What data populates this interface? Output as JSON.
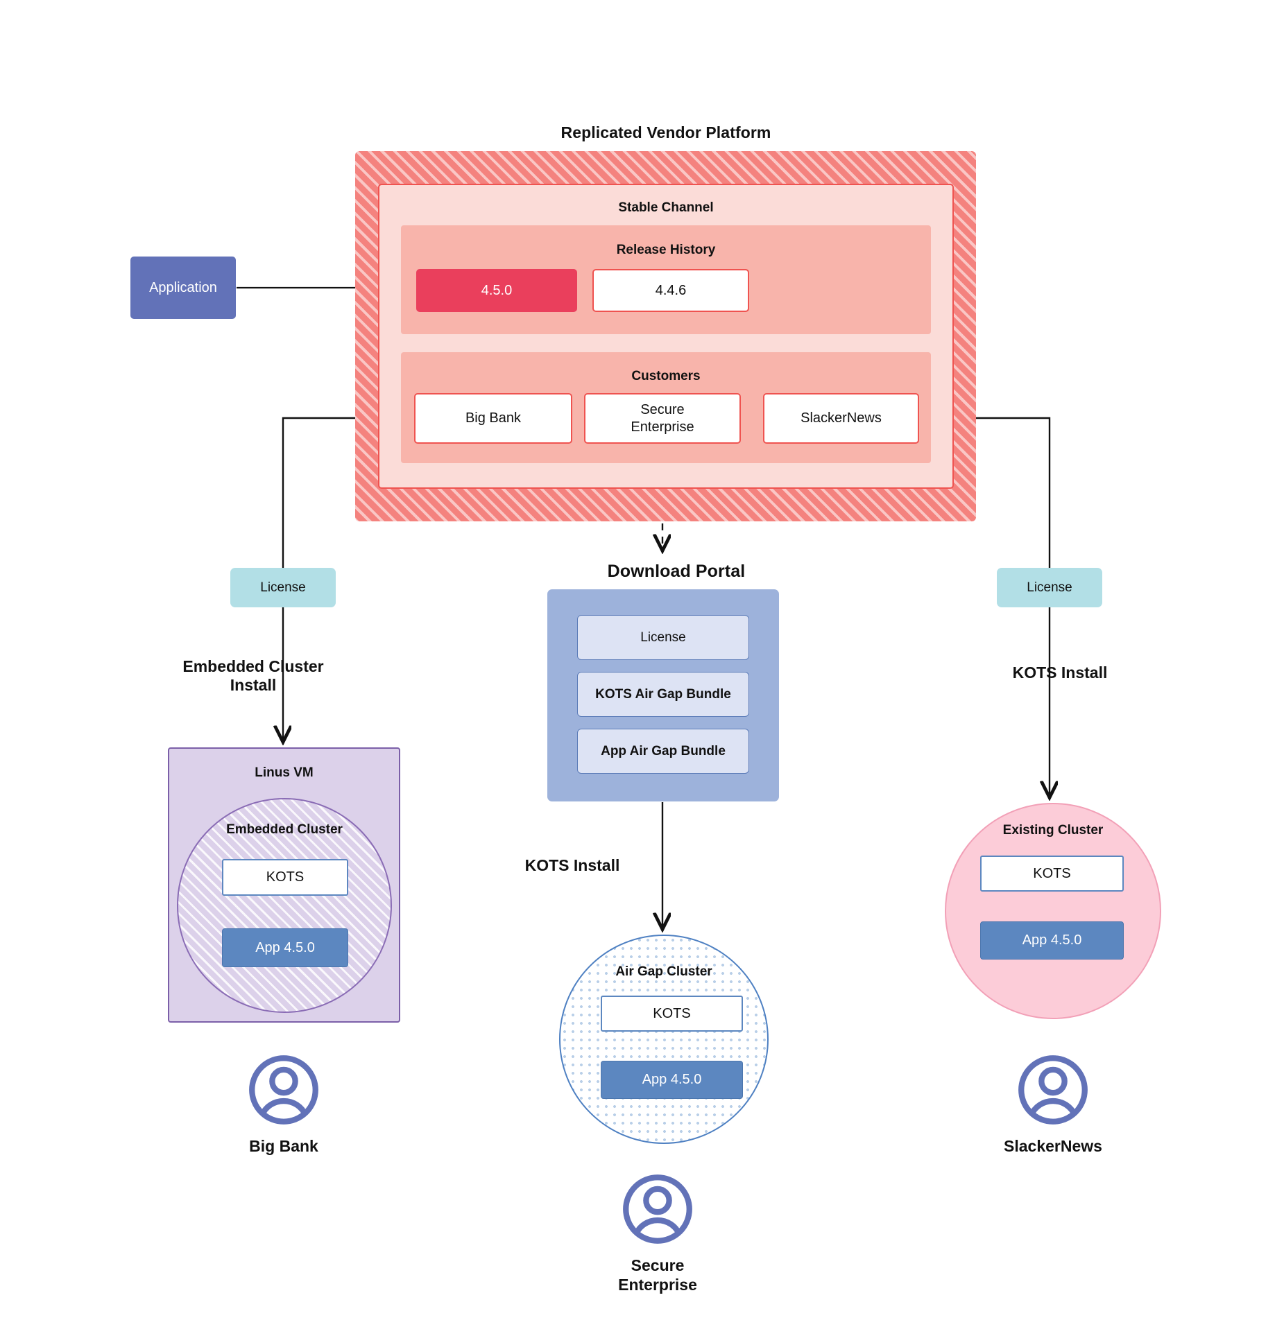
{
  "diagram": {
    "title": "Replicated Vendor Platform",
    "application_node": {
      "label": "Application"
    },
    "stable_channel": {
      "title": "Stable Channel",
      "release_history": {
        "title": "Release History",
        "releases": [
          {
            "version": "4.5.0",
            "state": "current"
          },
          {
            "version": "4.4.6",
            "state": "previous"
          }
        ]
      },
      "customers": {
        "title": "Customers",
        "items": [
          {
            "name": "Big Bank"
          },
          {
            "name": "Secure\nEnterprise"
          },
          {
            "name": "SlackerNews"
          }
        ]
      }
    },
    "license_left": {
      "label": "License"
    },
    "license_right": {
      "label": "License"
    },
    "download_portal": {
      "title": "Download  Portal",
      "items": [
        {
          "label": "License"
        },
        {
          "label": "KOTS Air Gap Bundle"
        },
        {
          "label": "App Air Gap Bundle"
        }
      ]
    },
    "edge_labels": {
      "embedded_cluster_install": "Embedded Cluster\nInstall",
      "kots_install_middle": "KOTS Install",
      "kots_install_right": "KOTS Install"
    },
    "linux_vm": {
      "title": "Linus VM",
      "embedded_cluster": {
        "title": "Embedded Cluster",
        "kots": "KOTS",
        "app": "App 4.5.0"
      }
    },
    "air_gap_cluster": {
      "title": "Air Gap Cluster",
      "kots": "KOTS",
      "app": "App 4.5.0"
    },
    "existing_cluster": {
      "title": "Existing Cluster",
      "kots": "KOTS",
      "app": "App 4.5.0"
    },
    "end_users": [
      {
        "name": "Big Bank",
        "icon": "user-avatar-icon"
      },
      {
        "name": "Secure\nEnterprise",
        "icon": "user-avatar-icon"
      },
      {
        "name": "SlackerNews",
        "icon": "user-avatar-icon"
      }
    ],
    "colors": {
      "platform_hatch": "#f4827e",
      "channel_bg": "#fbdcd8",
      "section_bg": "#f8b4ab",
      "release_current": "#ea3f5c",
      "application": "#6272b8",
      "license": "#b2dfe6",
      "portal": "#9db2db",
      "portal_item": "#dde3f4",
      "vm": "#dcd1ea",
      "vm_border": "#7b5fa8",
      "app_chip": "#5c87c0",
      "existing_cluster": "#fcccd8",
      "avatar": "#6272b8"
    }
  }
}
